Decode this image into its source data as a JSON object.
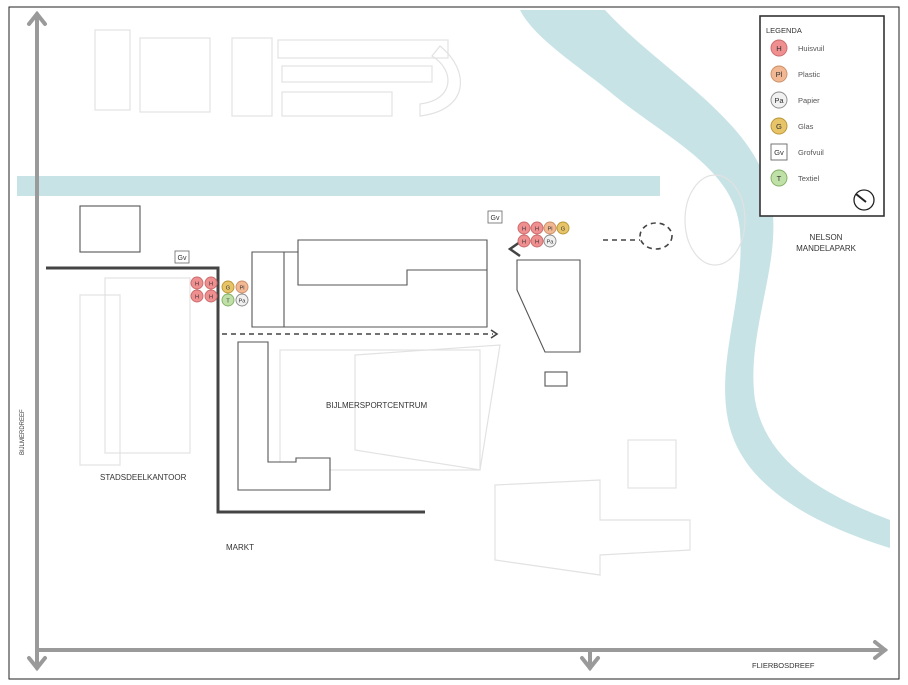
{
  "labels": {
    "stadsdeelkantoor": "STADSDEELKANTOOR",
    "bijlmersportcentrum": "BIJLMERSPORTCENTRUM",
    "markt": "MARKT",
    "nelson_line1": "NELSON",
    "nelson_line2": "MANDELAPARK",
    "fleirbosdreef": "FLIERBOSDREEF",
    "bijlmerdreef": "BIJLMERDREEF"
  },
  "legend": {
    "title": "LEGENDA",
    "items": [
      {
        "code": "H",
        "label": "Huisvuil",
        "fill": "#ef8f8f",
        "stroke": "#c96a6a",
        "shape": "circle"
      },
      {
        "code": "Pl",
        "label": "Plastic",
        "fill": "#f2b893",
        "stroke": "#c98e66",
        "shape": "circle"
      },
      {
        "code": "Pa",
        "label": "Papier",
        "fill": "#f1f1f1",
        "stroke": "#888888",
        "shape": "circle"
      },
      {
        "code": "G",
        "label": "Glas",
        "fill": "#e7c468",
        "stroke": "#b99432",
        "shape": "circle"
      },
      {
        "code": "Gv",
        "label": "Grofvuil",
        "fill": "#ffffff",
        "stroke": "#666666",
        "shape": "square"
      },
      {
        "code": "T",
        "label": "Textiel",
        "fill": "#bfe0a6",
        "stroke": "#7fae62",
        "shape": "circle"
      }
    ]
  },
  "markers": {
    "gv_left": "Gv",
    "gv_right": "Gv",
    "cluster_left": [
      "H",
      "H",
      "H",
      "H",
      "G",
      "Pl",
      "T",
      "Pa"
    ],
    "cluster_right": [
      "H",
      "H",
      "Pl",
      "G",
      "H",
      "H",
      "Pa"
    ]
  },
  "colors": {
    "water": "#c7e3e6",
    "route": "#444444",
    "building": "#555555",
    "ghost": "#e2e2e2",
    "road": "#9a9a9a"
  },
  "icons": {
    "compass": "compass-icon"
  }
}
